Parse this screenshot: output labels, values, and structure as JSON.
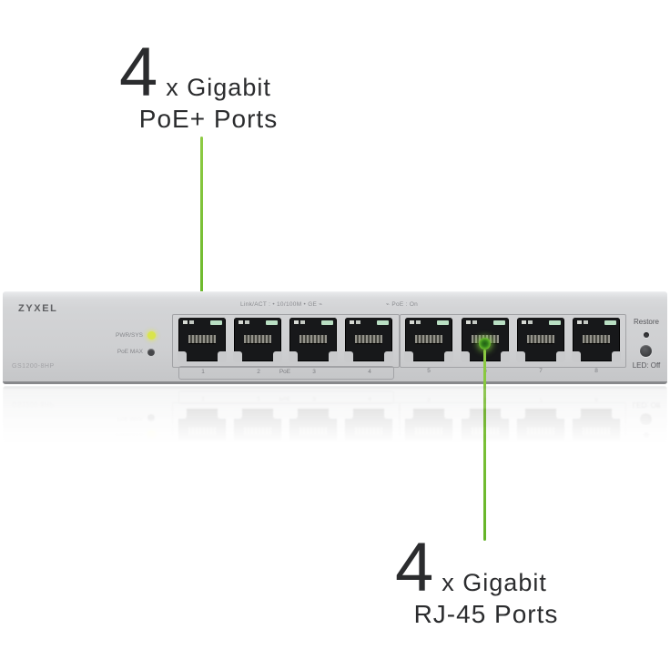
{
  "annotations": {
    "poe": {
      "count": "4",
      "multiplier": "x Gigabit",
      "label": "PoE+ Ports"
    },
    "rj45": {
      "count": "4",
      "multiplier": "x Gigabit",
      "label": "RJ-45 Ports"
    },
    "callout_color": "#72BF3A"
  },
  "device": {
    "brand": "ZYXEL",
    "model": "GS1200-8HP",
    "status_leds": [
      {
        "label": "PWR/SYS",
        "color": "#D9E44C",
        "lit": true
      },
      {
        "label": "PoE MAX",
        "color": "#46474A",
        "lit": false
      }
    ],
    "legend": {
      "left": "Link/ACT : • 10/100M • GE ⌁",
      "right": "⌁ PoE : On"
    },
    "port_strip_poe": [
      "1",
      "2",
      "PoE",
      "3",
      "4"
    ],
    "port_numbers_lan": [
      "5",
      "6",
      "7",
      "8"
    ],
    "controls": {
      "restore": "Restore",
      "led_toggle": "LED: Off"
    },
    "body_color": "#D1D2D4"
  }
}
